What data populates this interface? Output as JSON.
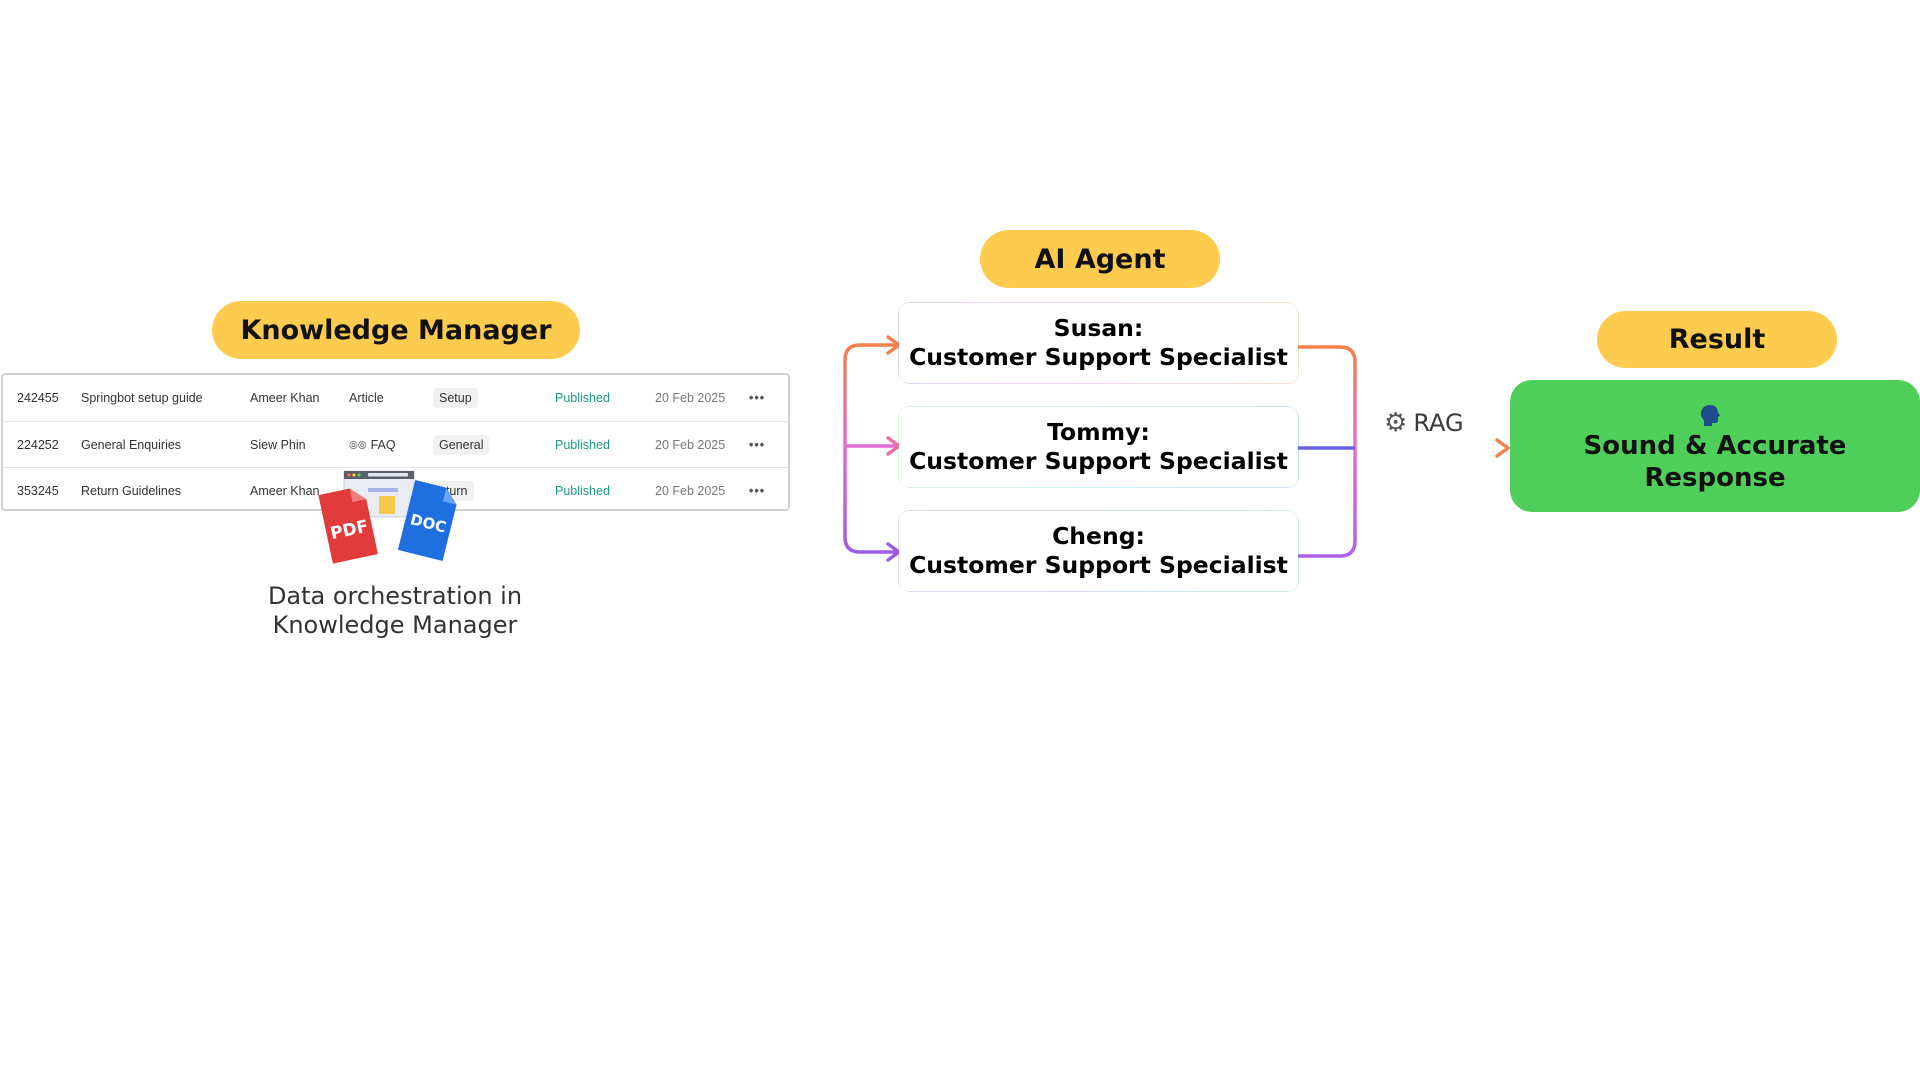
{
  "knowledge_manager": {
    "label": "Knowledge Manager",
    "rows": [
      {
        "id": "242455",
        "title": "Springbot setup guide",
        "author": "Ameer Khan",
        "type": "Article",
        "category": "Setup",
        "status": "Published",
        "date": "20 Feb 2025",
        "more": "•••"
      },
      {
        "id": "224252",
        "title": "General Enquiries",
        "author": "Siew Phin",
        "type": "FAQ",
        "category": "General",
        "status": "Published",
        "date": "20 Feb 2025",
        "more": "•••"
      },
      {
        "id": "353245",
        "title": "Return Guidelines",
        "author": "Ameer Khan",
        "type": "",
        "category": "eturn",
        "status": "Published",
        "date": "20 Feb 2025",
        "more": "•••"
      }
    ],
    "file_icons": {
      "pdf": "PDF",
      "doc": "DOC"
    },
    "caption_line1": "Data orchestration in",
    "caption_line2": "Knowledge Manager"
  },
  "ai_agent": {
    "label": "AI Agent",
    "agents": [
      {
        "name": "Susan:",
        "role": "Customer Support Specialist"
      },
      {
        "name": "Tommy:",
        "role": "Customer Support Specialist"
      },
      {
        "name": "Cheng:",
        "role": "Customer Support Specialist"
      }
    ]
  },
  "rag": {
    "icon": "gear-icon",
    "label": "RAG"
  },
  "result": {
    "label": "Result",
    "icon": "speaking-head-icon",
    "line1": "Sound & Accurate",
    "line2": "Response"
  },
  "colors": {
    "pill": "#fdcb4e",
    "result_box": "#4ecf59",
    "arrow_orange": "#f4814a",
    "arrow_purple": "#9b5de5",
    "arrow_pink": "#e46bd3",
    "status_green": "#1a9a83"
  }
}
